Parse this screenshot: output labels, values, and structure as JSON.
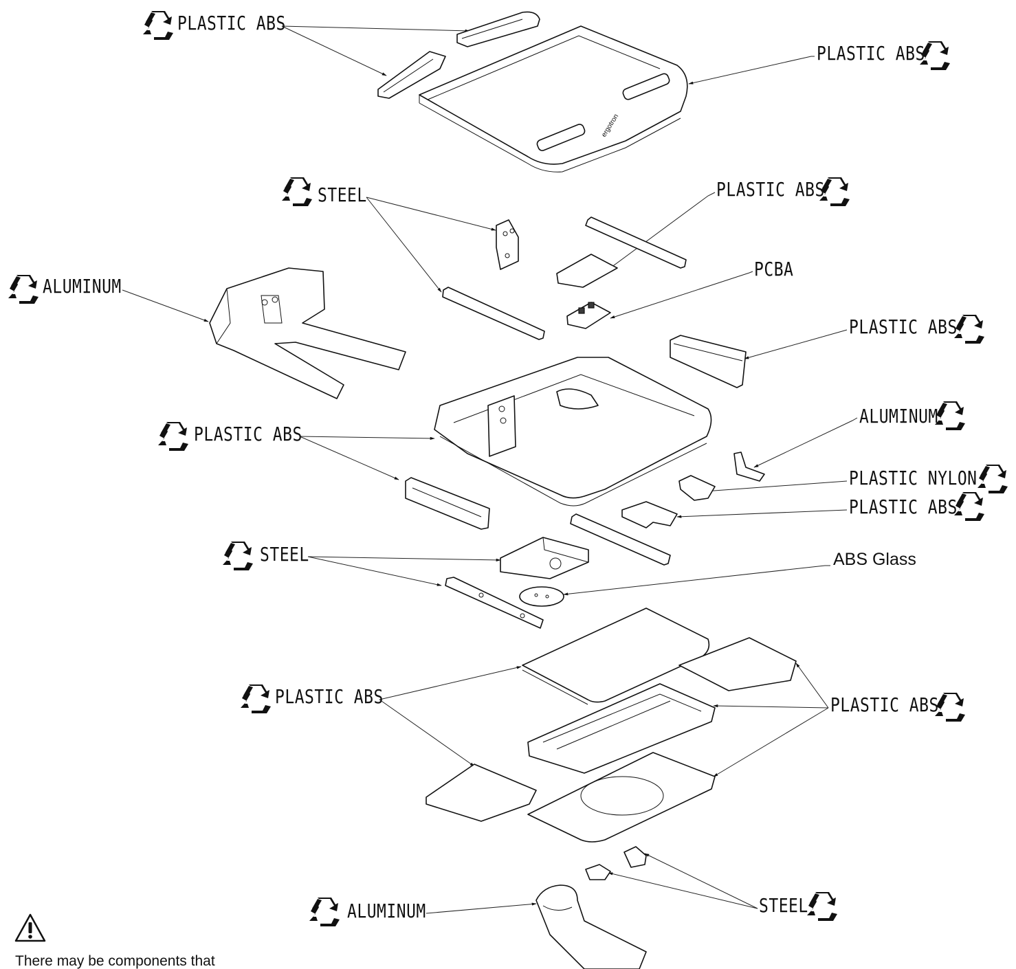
{
  "labels": {
    "l1": "PLASTIC ABS",
    "l2": "PLASTIC ABS",
    "l3": "STEEL",
    "l4": "PLASTIC ABS",
    "l5": "PCBA",
    "l6": "ALUMINUM",
    "l7": "PLASTIC ABS",
    "l8": "ALUMINUM",
    "l9": "PLASTIC ABS",
    "l10": "PLASTIC NYLON",
    "l11": "PLASTIC ABS",
    "l12": "STEEL",
    "l13": "ABS Glass",
    "l14": "PLASTIC ABS",
    "l15": "PLASTIC ABS",
    "l16": "ALUMINUM",
    "l17": "STEEL"
  },
  "warning": {
    "icon": "warning-triangle-icon",
    "text": "There may be components that"
  },
  "icons": {
    "recycle": "recycle-icon"
  },
  "colors": {
    "ink": "#111111",
    "background": "#ffffff"
  }
}
